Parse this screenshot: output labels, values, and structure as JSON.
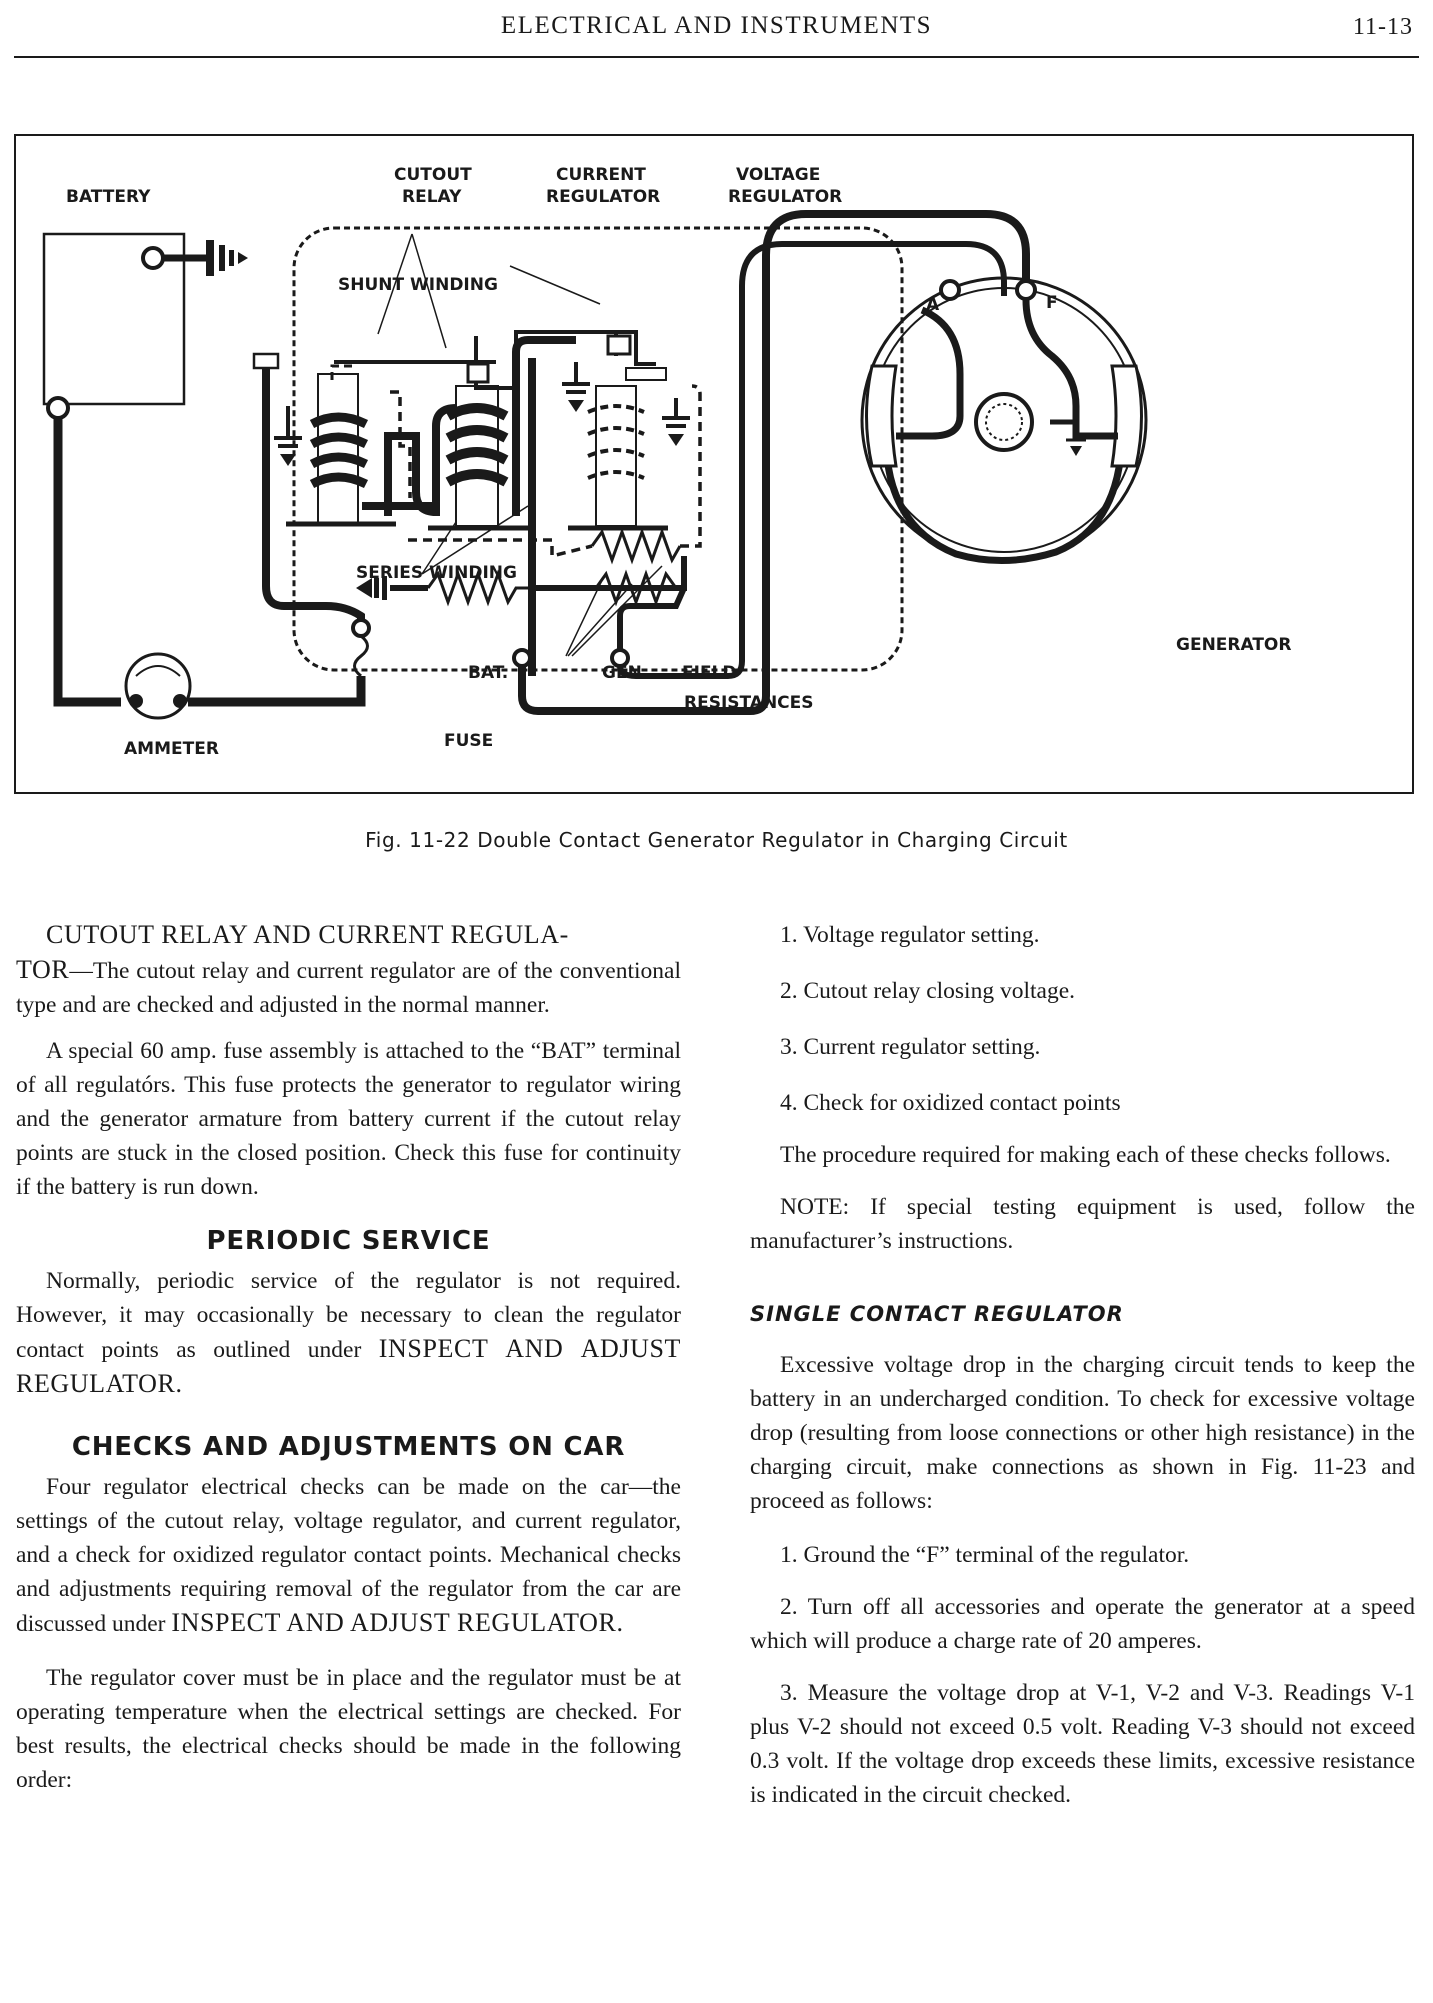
{
  "header": {
    "title": "ELECTRICAL AND INSTRUMENTS",
    "page_number": "11-13"
  },
  "figure": {
    "labels": {
      "battery": "BATTERY",
      "cutout_relay_1": "CUTOUT",
      "cutout_relay_2": "RELAY",
      "current_regulator_1": "CURRENT",
      "current_regulator_2": "REGULATOR",
      "voltage_regulator_1": "VOLTAGE",
      "voltage_regulator_2": "REGULATOR",
      "shunt_winding": "SHUNT WINDING",
      "series_winding": "SERIES WINDING",
      "bat": "BAT.",
      "gen": "GEN.",
      "field": "FIELD",
      "resistances": "RESISTANCES",
      "fuse": "FUSE",
      "ammeter": "AMMETER",
      "generator": "GENERATOR",
      "terminal_a": "A",
      "terminal_f": "F"
    },
    "caption": "Fig. 11-22   Double Contact Generator Regulator in Charging Circuit"
  },
  "left_column": {
    "p1_lead": "CUTOUT RELAY AND CURRENT REGULA-",
    "p1_lead2": "TOR",
    "p1_body": "—The cutout relay and current regulator are of the conventional type and are checked and adjusted in the normal manner.",
    "p2": "A special 60 amp. fuse assembly is attached to the “BAT” terminal of all regulatórs. This fuse protects the generator to regulator wiring and the generator armature from battery current if the cutout relay points are stuck in the closed position. Check this fuse for continuity if the battery is run down.",
    "h_periodic": "PERIODIC SERVICE",
    "p3_body": "Normally, periodic service of the regulator is not required. However, it may occasionally be necessary to clean the regulator contact points as outlined under",
    "p3_caps": "INSPECT AND ADJUST REGULATOR.",
    "h_checks": "CHECKS AND ADJUSTMENTS ON CAR",
    "p4_body": "Four regulator electrical checks can be made on the car—the settings of the cutout relay, voltage regulator, and current regulator, and a check for oxidized regulator contact points. Mechanical checks and adjustments requiring removal of the regulator from the car are discussed under",
    "p4_caps": "INSPECT AND ADJUST REGULATOR.",
    "p5": "The regulator cover must be in place and the regulator must be at operating temperature when the electrical settings are checked. For best results, the electrical checks should be made in the following order:"
  },
  "right_column": {
    "list": [
      "1. Voltage regulator setting.",
      "2. Cutout relay closing voltage.",
      "3. Current regulator setting.",
      "4. Check for oxidized contact points"
    ],
    "p1": "The procedure required for making each of these checks follows.",
    "p2": "NOTE: If special testing equipment is used, follow the manufacturer’s instructions.",
    "h_single": "SINGLE CONTACT REGULATOR",
    "p3": "Excessive voltage drop in the charging circuit tends to keep the battery in an undercharged condition. To check for excessive voltage drop (resulting from loose connections or other high resistance) in the charging circuit, make connections as shown in Fig. 11-23 and proceed as follows:",
    "step1": "1. Ground the “F” terminal of the regulator.",
    "step2": "2. Turn off all accessories and operate the generator at a speed which will produce a charge rate of 20 amperes.",
    "step3": "3. Measure the voltage drop at V-1, V-2 and V-3. Readings V-1 plus V-2 should not exceed 0.5 volt. Reading V-3 should not exceed 0.3 volt. If the voltage drop exceeds these limits, excessive resistance is indicated in the circuit checked."
  }
}
